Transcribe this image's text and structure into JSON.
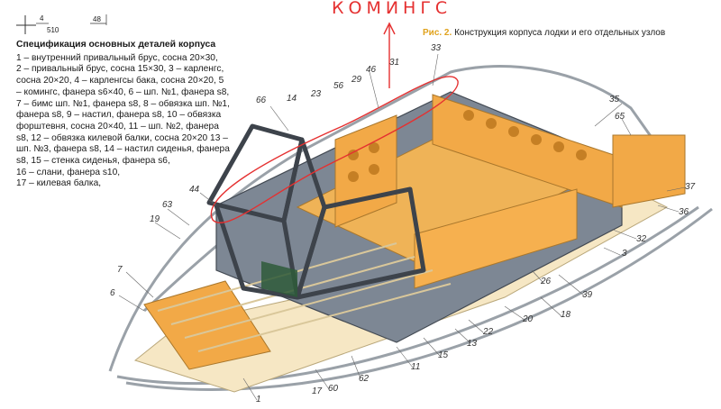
{
  "dimension_marks": {
    "a": "4",
    "b": "510",
    "c": "48"
  },
  "annotation": {
    "handwritten": "КОМИНГС"
  },
  "spec": {
    "title": "Спецификация основных деталей корпуса",
    "lines": [
      "1 – внутренний привальный брус, сосна 20×30,",
      "2 – привальный брус, сосна 15×30, 3 – карленгс,",
      "сосна 20×20, 4 – карленгсы бака, сосна 20×20, 5",
      "– комингс, фанера s6×40, 6 – шп. №1, фанера s8,",
      "7 – бимс шп. №1, фанера s8, 8 – обвязка шп. №1,",
      "фанера s8, 9 – настил, фанера s8, 10 – обвязка",
      "форштевня, сосна 20×40, 11 – шп. №2, фанера",
      "s8, 12 – обвязка килевой балки, сосна 20×20 13 –",
      "шп. №3, фанера s8, 14 – настил сиденья, фанера",
      "s8, 15 – стенка сиденья, фанера s6,",
      "16 – слани, фанера s10,",
      "17 – килевая балка,"
    ]
  },
  "figure": {
    "label": "Рис. 2.",
    "caption": "Конструкция корпуса лодки и его отдельных узлов"
  },
  "callouts": [
    {
      "id": "c33",
      "text": "33"
    },
    {
      "id": "c46",
      "text": "46"
    },
    {
      "id": "c31",
      "text": "31"
    },
    {
      "id": "c29",
      "text": "29"
    },
    {
      "id": "c56",
      "text": "56"
    },
    {
      "id": "c23",
      "text": "23"
    },
    {
      "id": "c14",
      "text": "14"
    },
    {
      "id": "c66",
      "text": "66"
    },
    {
      "id": "c35",
      "text": "35"
    },
    {
      "id": "c65",
      "text": "65"
    },
    {
      "id": "c37",
      "text": "37"
    },
    {
      "id": "c36",
      "text": "36"
    },
    {
      "id": "c32",
      "text": "32"
    },
    {
      "id": "c3",
      "text": "3"
    },
    {
      "id": "c26",
      "text": "26"
    },
    {
      "id": "c39",
      "text": "39"
    },
    {
      "id": "c18",
      "text": "18"
    },
    {
      "id": "c20",
      "text": "20"
    },
    {
      "id": "c22",
      "text": "22"
    },
    {
      "id": "c13",
      "text": "13"
    },
    {
      "id": "c15",
      "text": "15"
    },
    {
      "id": "c11",
      "text": "11"
    },
    {
      "id": "c62",
      "text": "62"
    },
    {
      "id": "c60",
      "text": "60"
    },
    {
      "id": "c17",
      "text": "17"
    },
    {
      "id": "c1",
      "text": "1"
    },
    {
      "id": "c44",
      "text": "44"
    },
    {
      "id": "c63",
      "text": "63"
    },
    {
      "id": "c19",
      "text": "19"
    },
    {
      "id": "c7",
      "text": "7"
    },
    {
      "id": "c6",
      "text": "6"
    }
  ],
  "colors": {
    "wood": "#f2a947",
    "steel": "#505a66",
    "pen": "#e53030",
    "accent": "#e0a21c"
  }
}
